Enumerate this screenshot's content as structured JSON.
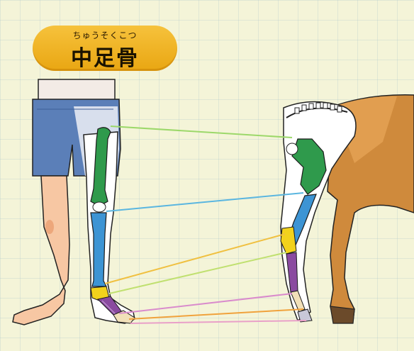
{
  "title": {
    "ruby": "ちゅうそくこつ",
    "label": "中足骨"
  },
  "colors": {
    "background": "#f4f4d8",
    "pill": "#f0b020",
    "pelvis_femur_green": "#2f9a4c",
    "tibia_blue": "#3d94d4",
    "tarsal_yellow": "#f2d21c",
    "metatarsal_purple": "#8a4aa0",
    "phalanx_cream": "#f1e0b8",
    "hoof_gray": "#c8c8d8"
  },
  "icons": [
    "human-leg-illustration",
    "horse-hindquarter-illustration"
  ],
  "connector_lines": [
    {
      "name": "pelvis",
      "color": "#9cd86a"
    },
    {
      "name": "knee",
      "color": "#5ab6e0"
    },
    {
      "name": "ankle",
      "color": "#f0c040"
    },
    {
      "name": "metatarsal",
      "color": "#c0e070"
    },
    {
      "name": "toe-purple",
      "color": "#d98bcc"
    },
    {
      "name": "toe-orange",
      "color": "#f0a23c"
    },
    {
      "name": "toe-pink",
      "color": "#e9a0c8"
    }
  ]
}
